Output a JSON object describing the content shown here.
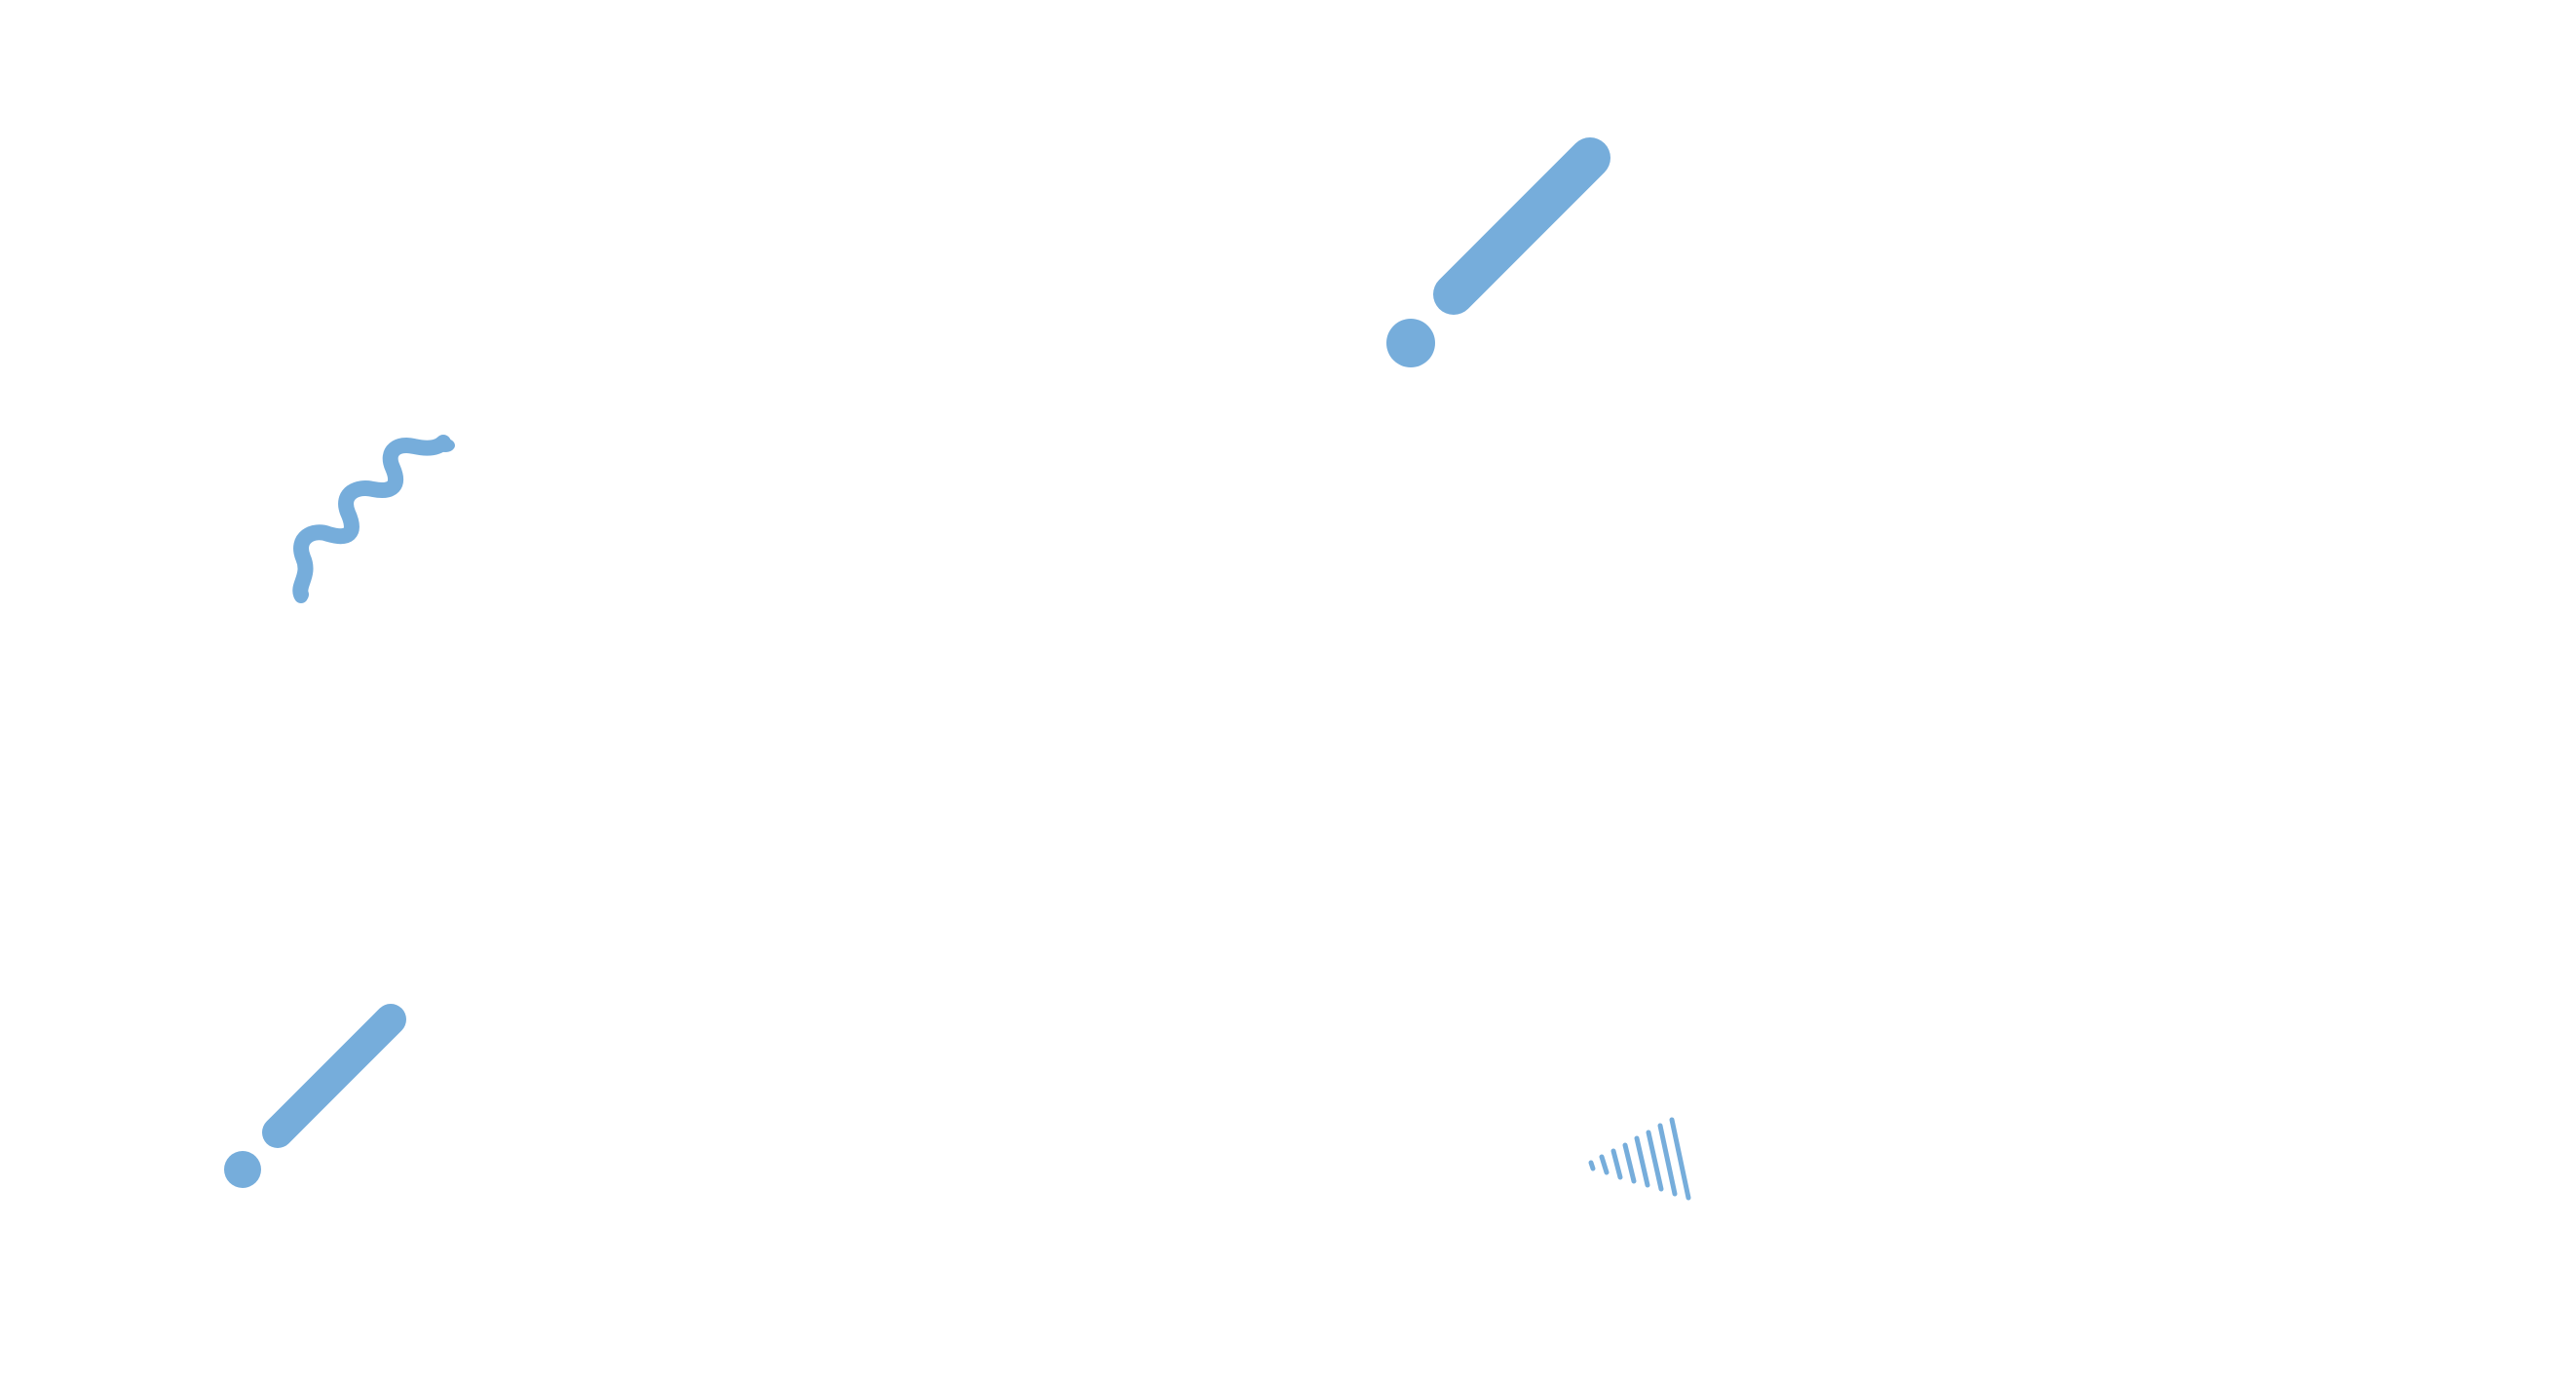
{
  "colors": {
    "background": "#ffffff",
    "accent": "#76addb"
  },
  "decorations": [
    {
      "name": "dash-with-dot-large",
      "shape": "diagonal dash with dot"
    },
    {
      "name": "squiggle-line",
      "shape": "wavy line"
    },
    {
      "name": "dash-with-dot-small",
      "shape": "diagonal dash with dot"
    },
    {
      "name": "striped-triangle",
      "shape": "stripes of increasing length"
    }
  ]
}
